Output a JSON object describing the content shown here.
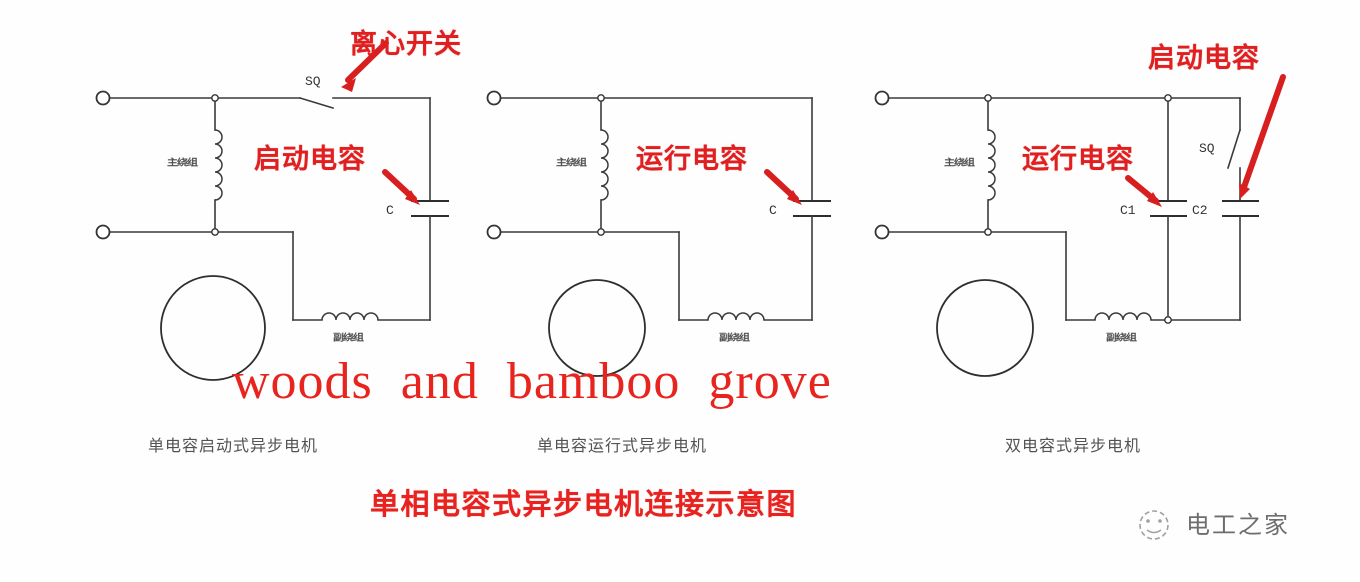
{
  "page": {
    "main_title": "单相电容式异步电机连接示意图",
    "overlay_watermark": "woods  and  bamboo  grove",
    "brand_watermark": "电工之家"
  },
  "annotations": {
    "centrifugal_switch": "离心开关",
    "start_capacitor_left": "启动电容",
    "run_capacitor_mid": "运行电容",
    "run_capacitor_right": "运行电容",
    "start_capacitor_right": "启动电容",
    "color": "#e02020"
  },
  "circuits": [
    {
      "caption": "单电容启动式异步电机",
      "switch_label": "SQ",
      "capacitors": [
        {
          "label": "C"
        }
      ],
      "main_winding_label": "主绕组",
      "aux_winding_label": "副绕组"
    },
    {
      "caption": "单电容运行式异步电机",
      "switch_label": "",
      "capacitors": [
        {
          "label": "C"
        }
      ],
      "main_winding_label": "主绕组",
      "aux_winding_label": "副绕组"
    },
    {
      "caption": "双电容式异步电机",
      "switch_label": "SQ",
      "capacitors": [
        {
          "label": "C1"
        },
        {
          "label": "C2"
        }
      ],
      "main_winding_label": "主绕组",
      "aux_winding_label": "副绕组"
    }
  ]
}
